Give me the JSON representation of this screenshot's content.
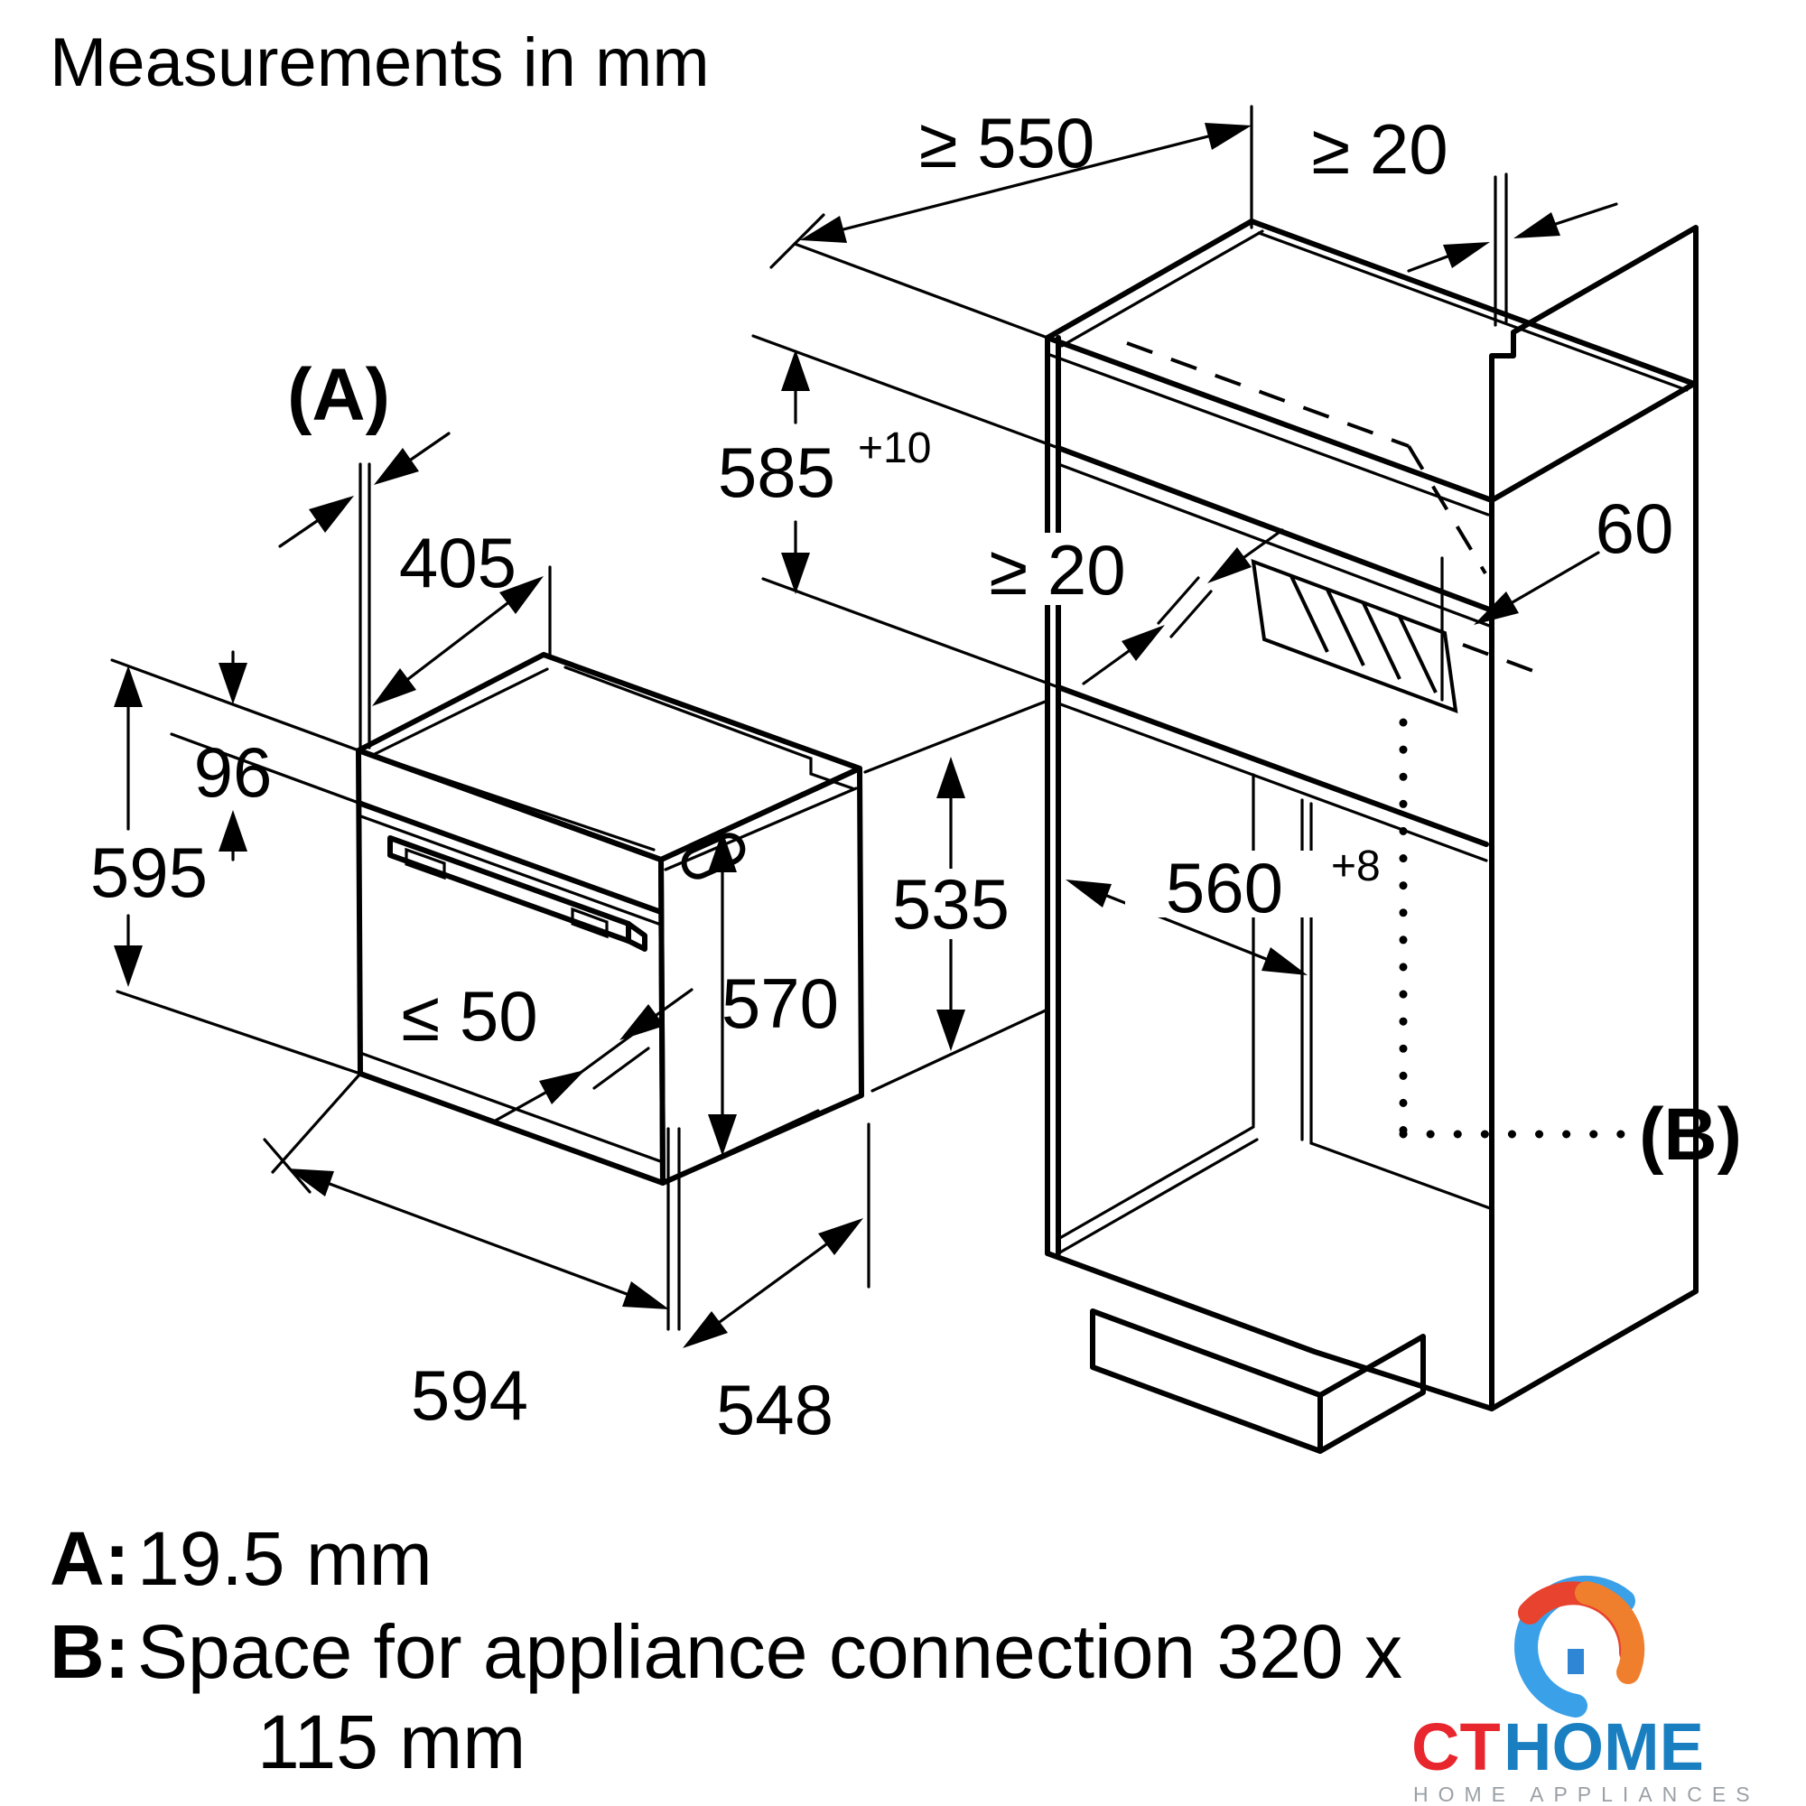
{
  "title": "Measurements in mm",
  "labels": {
    "oven": {
      "a_ref": "(A)",
      "top_depth": "405",
      "panel_height": "96",
      "height": "595",
      "handle_protrusion": "≤ 50",
      "body_depth_vertical": "570",
      "width": "594",
      "depth": "548",
      "rear_height": "535"
    },
    "cabinet": {
      "min_depth": "≥ 550",
      "top_gap": "≥ 20",
      "niche_height": "585",
      "niche_height_tol": "+10",
      "mid_gap": "≥ 20",
      "vent_depth": "60",
      "niche_width": "560",
      "niche_width_tol": "+8",
      "b_ref": "(B)"
    }
  },
  "notes": {
    "a_label": "A:",
    "a_text": "19.5 mm",
    "b_label": "B:",
    "b_text": "Space for appliance connection 320 x",
    "b_text_wrap": "115 mm"
  },
  "logo": {
    "brand_primary": "CT",
    "brand_secondary": "HOME",
    "tagline": "HOME APPLIANCES",
    "colors": {
      "red": "#e8262d",
      "blue": "#1a7fc1",
      "orange": "#f07f2d",
      "sky": "#3aa0e8",
      "gray": "#9aa0a6"
    }
  }
}
